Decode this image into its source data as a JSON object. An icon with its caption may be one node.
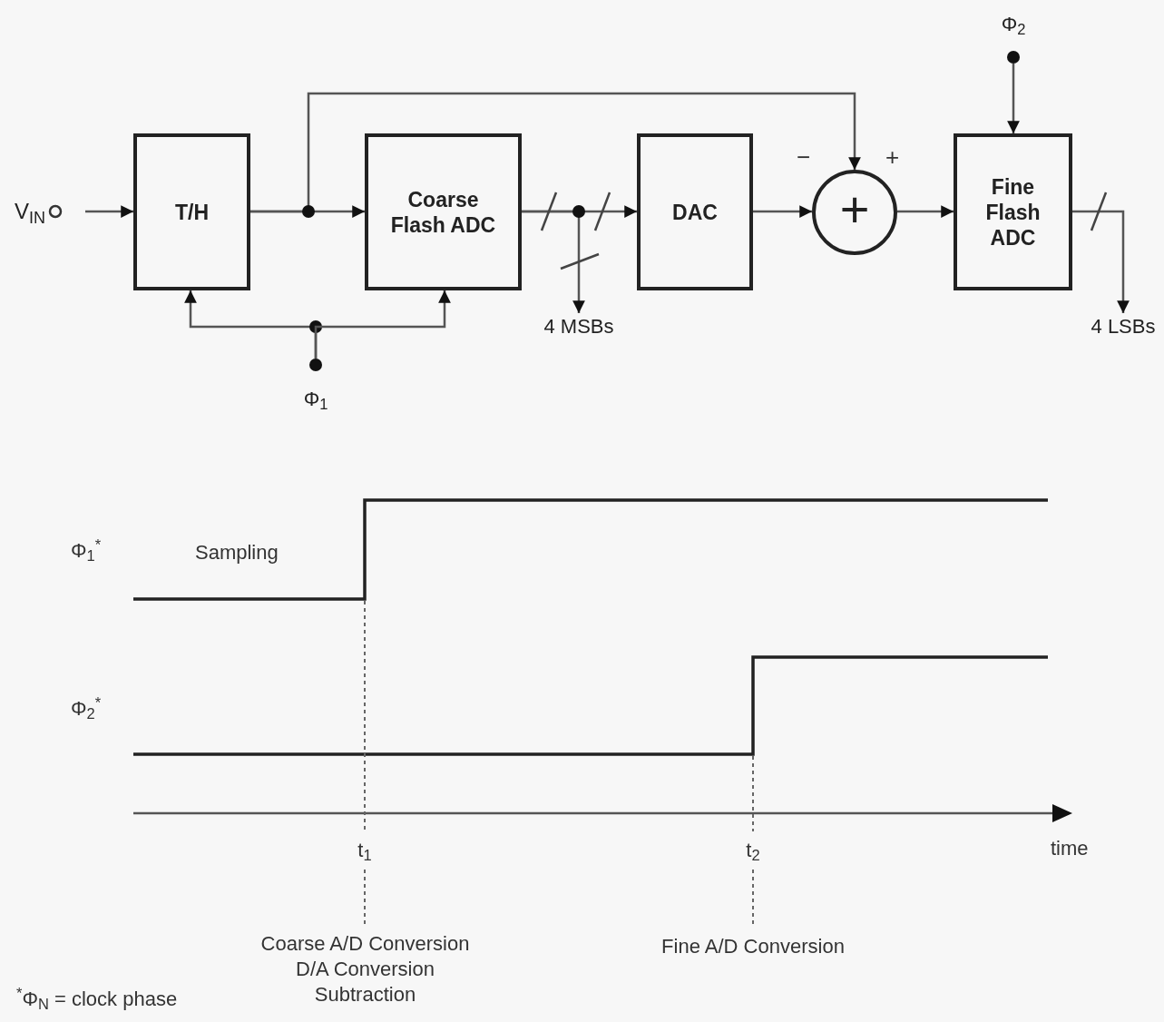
{
  "diagram": {
    "nodes": [
      {
        "text": [
          "V$_{IN}$"
        ]
      },
      {
        "text": [
          "T/H"
        ]
      },
      {
        "text": [
          "Coarse Flash ADC"
        ]
      },
      {
        "text": [
          "DAC"
        ]
      },
      {
        "text": [
          "+"
        ],
        "beside": [
          "−",
          "+"
        ]
      },
      {
        "text": [
          "Fine Flash ADC"
        ]
      },
      {
        "text": [
          "Φ$_{2}$"
        ]
      },
      {
        "text": [
          "Φ$_{1}$"
        ]
      },
      {
        "text": [
          "4 MSBs"
        ]
      },
      {
        "text": [
          "4 LSBs"
        ]
      }
    ],
    "edges": [
      {
        "from": 0,
        "to": 1,
        "arrow": "to"
      },
      {
        "from": 1,
        "to": 2,
        "arrow": "to"
      },
      {
        "from": 1,
        "to": 4,
        "arrow": "to"
      },
      {
        "from": 2,
        "to": 3,
        "arrow": "to"
      },
      {
        "from": 2,
        "to": 8,
        "arrow": "to"
      },
      {
        "from": 3,
        "to": 4,
        "arrow": "to"
      },
      {
        "from": 4,
        "to": 5,
        "arrow": "to"
      },
      {
        "from": 6,
        "to": 5,
        "arrow": "to"
      },
      {
        "from": 5,
        "to": 9,
        "arrow": "to"
      },
      {
        "from": 7,
        "to": 1,
        "arrow": "to"
      },
      {
        "from": 7,
        "to": 2,
        "arrow": "to"
      }
    ],
    "labels": [
      "Φ$_{1}$$^{*}$",
      "Sampling",
      "Φ$_{2}$$^{*}$",
      "t$_{1}$",
      "t$_{2}$",
      "time",
      "Coarse A/D Conversion D/A Conversion Subtraction",
      "Fine A/D Conversion",
      "$^{*}$Φ$_{N}$ = clock phase"
    ]
  }
}
